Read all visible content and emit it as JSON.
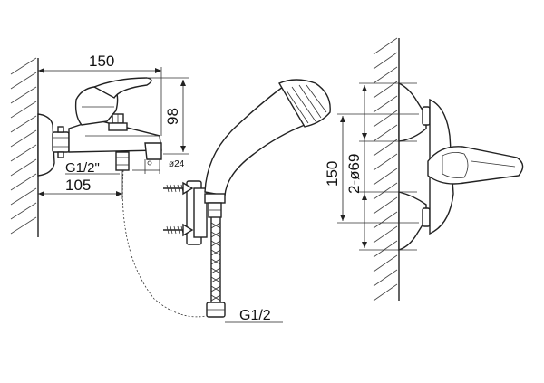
{
  "dimensions": {
    "width_150": "150",
    "height_98": "98",
    "thread_g12_quote": "G1/2\"",
    "diameter_24": "ø24",
    "depth_105": "105",
    "hose_g12": "G1/2",
    "side_150": "150",
    "side_2phi69": "2-ø69"
  },
  "colors": {
    "ink": "#222222",
    "paper": "#ffffff"
  }
}
